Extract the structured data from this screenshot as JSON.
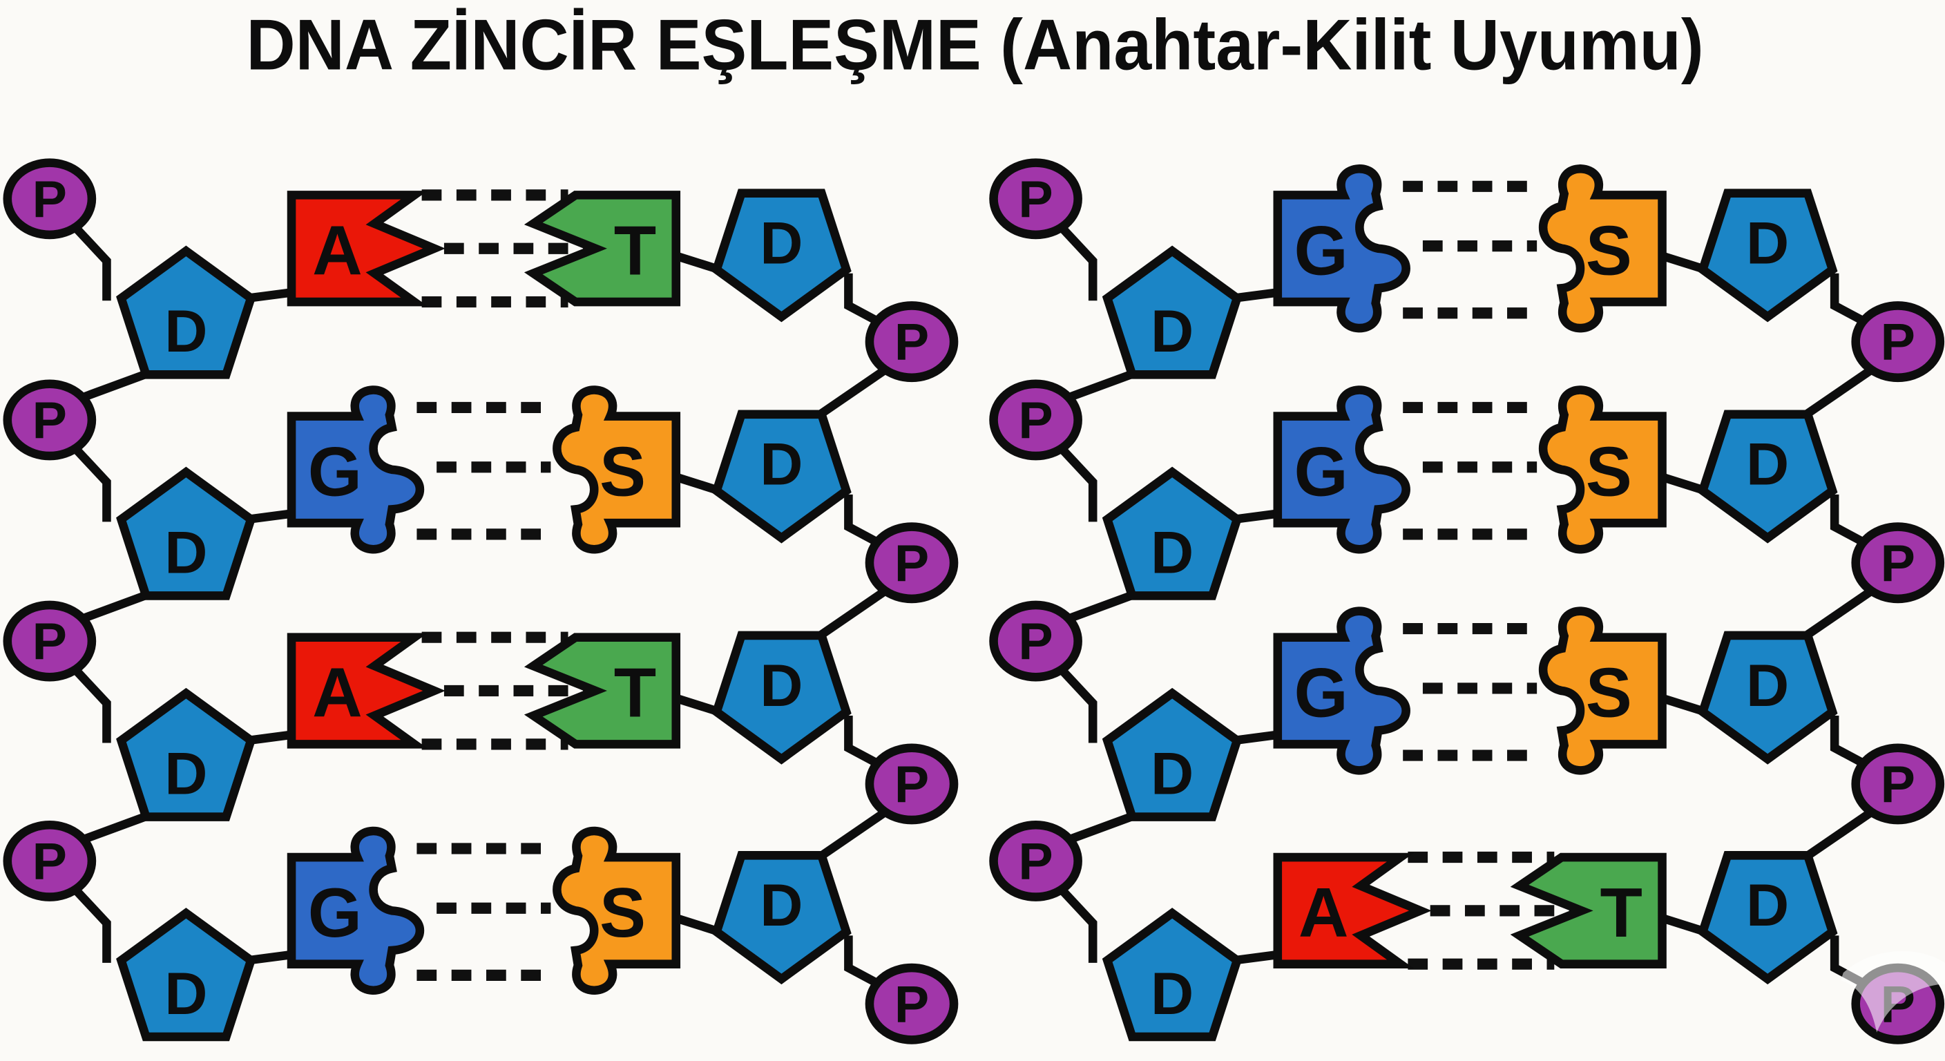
{
  "title": "DNA ZİNCİR EŞLEŞME (Anahtar-Kilit Uyumu)",
  "node_labels": {
    "phosphate": "P",
    "deoxyribose": "D"
  },
  "bases": {
    "A": {
      "letter": "A",
      "color": "#ea1708",
      "shape": "chevron-key"
    },
    "T": {
      "letter": "T",
      "color": "#4aa84f",
      "shape": "chevron-lock"
    },
    "G": {
      "letter": "G",
      "color": "#2e69c6",
      "shape": "puzzle-key"
    },
    "S": {
      "letter": "S",
      "color": "#f7991d",
      "shape": "puzzle-lock"
    }
  },
  "panels": [
    {
      "side": "left",
      "pairs": [
        [
          "A",
          "T"
        ],
        [
          "G",
          "S"
        ],
        [
          "A",
          "T"
        ],
        [
          "G",
          "S"
        ]
      ]
    },
    {
      "side": "right",
      "pairs": [
        [
          "G",
          "S"
        ],
        [
          "G",
          "S"
        ],
        [
          "G",
          "S"
        ],
        [
          "A",
          "T"
        ]
      ]
    }
  ],
  "bonds_per_pair": 3,
  "colors": {
    "phosphate": "#a136a9",
    "deoxyribose": "#1b85c6",
    "outline": "#0d0d0d",
    "bond": "#101010",
    "backbone_link": "#0d0d0d",
    "background": "#fbfaf7",
    "watermark": "rgba(255,255,255,0.55)"
  }
}
